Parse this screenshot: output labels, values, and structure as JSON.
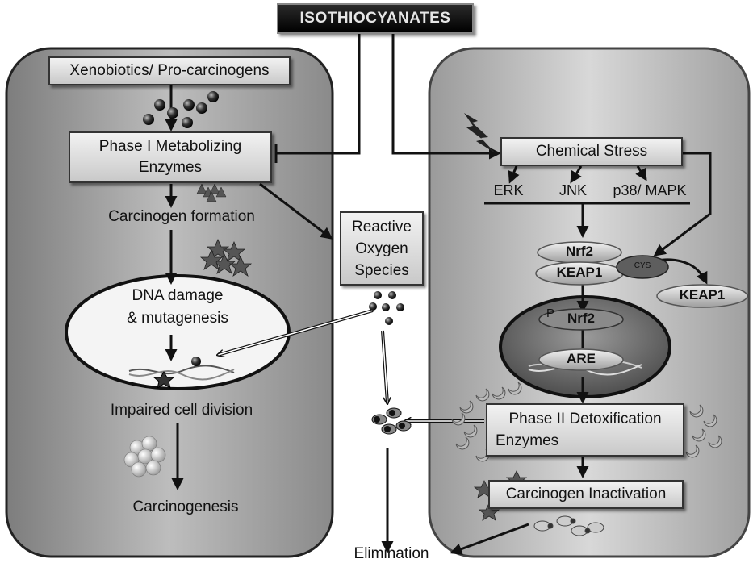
{
  "diagram": {
    "title": "ISOTHIOCYANATES",
    "left_cell": {
      "xenobiotics": "Xenobiotics/ Pro-carcinogens",
      "phase1_line1": "Phase I Metabolizing",
      "phase1_line2": "Enzymes",
      "carcinogen_formation": "Carcinogen formation",
      "dna_line1": "DNA damage",
      "dna_line2": "& mutagenesis",
      "impaired": "Impaired cell division",
      "carcinogenesis": "Carcinogenesis"
    },
    "ros": {
      "line1": "Reactive",
      "line2": "Oxygen",
      "line3": "Species"
    },
    "right_cell": {
      "chemical_stress": "Chemical Stress",
      "erk": "ERK",
      "jnk": "JNK",
      "p38": "p38/ MAPK",
      "nrf2": "Nrf2",
      "keap1": "KEAP1",
      "cys": "CYS",
      "keap1_released": "KEAP1",
      "p_marker": "P",
      "nrf2_nucleus": "Nrf2",
      "are": "ARE",
      "phase2_line1": "Phase II Detoxification",
      "phase2_line2": "Enzymes",
      "inactivation": "Carcinogen Inactivation"
    },
    "elimination": "Elimination"
  }
}
